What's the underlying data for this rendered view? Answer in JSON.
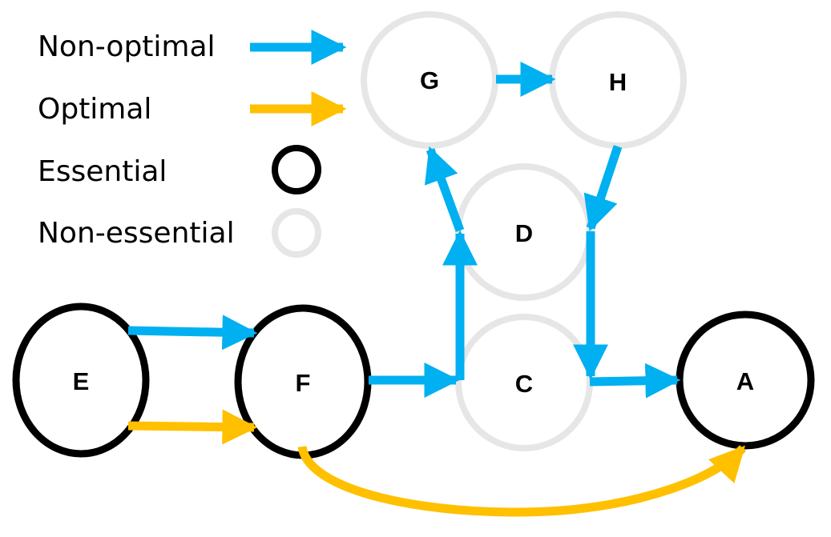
{
  "colors": {
    "non_optimal": "#00B0F0",
    "optimal": "#FFC000",
    "essential": "#000000",
    "non_essential": "#E6E6E6"
  },
  "legend": {
    "non_optimal": "Non-optimal",
    "optimal": "Optimal",
    "essential": "Essential",
    "non_essential": "Non-essential"
  },
  "nodes": [
    {
      "id": "E",
      "label": "E",
      "type": "essential"
    },
    {
      "id": "F",
      "label": "F",
      "type": "essential"
    },
    {
      "id": "C",
      "label": "C",
      "type": "non_essential"
    },
    {
      "id": "D",
      "label": "D",
      "type": "non_essential"
    },
    {
      "id": "G",
      "label": "G",
      "type": "non_essential"
    },
    {
      "id": "H",
      "label": "H",
      "type": "non_essential"
    },
    {
      "id": "A",
      "label": "A",
      "type": "essential"
    }
  ],
  "edges": [
    {
      "from": "E",
      "to": "F",
      "type": "non_optimal"
    },
    {
      "from": "E",
      "to": "F",
      "type": "optimal"
    },
    {
      "from": "F",
      "to": "D",
      "type": "non_optimal",
      "via": "C-left"
    },
    {
      "from": "D",
      "to": "G",
      "type": "non_optimal"
    },
    {
      "from": "G",
      "to": "H",
      "type": "non_optimal"
    },
    {
      "from": "H",
      "to": "D",
      "type": "non_optimal"
    },
    {
      "from": "D",
      "to": "A",
      "type": "non_optimal",
      "via": "C-right"
    },
    {
      "from": "F",
      "to": "A",
      "type": "optimal"
    }
  ]
}
